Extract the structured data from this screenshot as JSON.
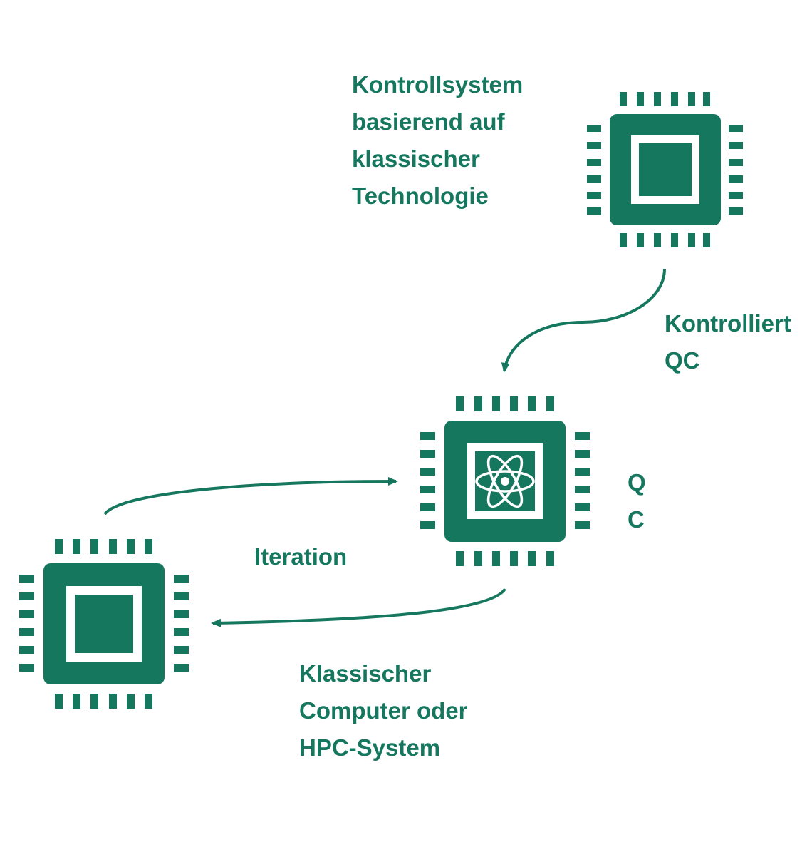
{
  "colors": {
    "primary": "#16775f",
    "background": "#ffffff"
  },
  "control_system": {
    "icon": "cpu-chip-icon",
    "lines": [
      "Kontrollsystem",
      "basierend auf",
      "klassischer",
      "Technologie"
    ]
  },
  "quantum_computer": {
    "icon": "quantum-chip-atom-icon",
    "lines": [
      "Q",
      "C"
    ]
  },
  "classical_computer": {
    "icon": "cpu-chip-icon",
    "lines": [
      "Klassischer",
      "Computer oder",
      "HPC-System"
    ]
  },
  "arrows": {
    "controls": {
      "lines": [
        "Kontrolliert",
        "QC"
      ]
    },
    "iteration": {
      "label": "Iteration"
    }
  }
}
